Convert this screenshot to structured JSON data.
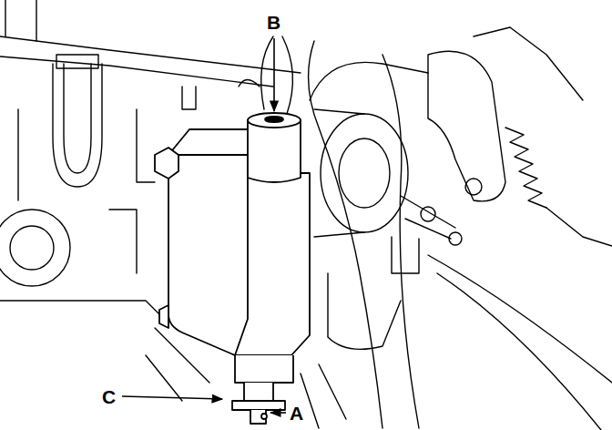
{
  "diagram": {
    "labels": [
      "B",
      "C",
      "A"
    ]
  }
}
